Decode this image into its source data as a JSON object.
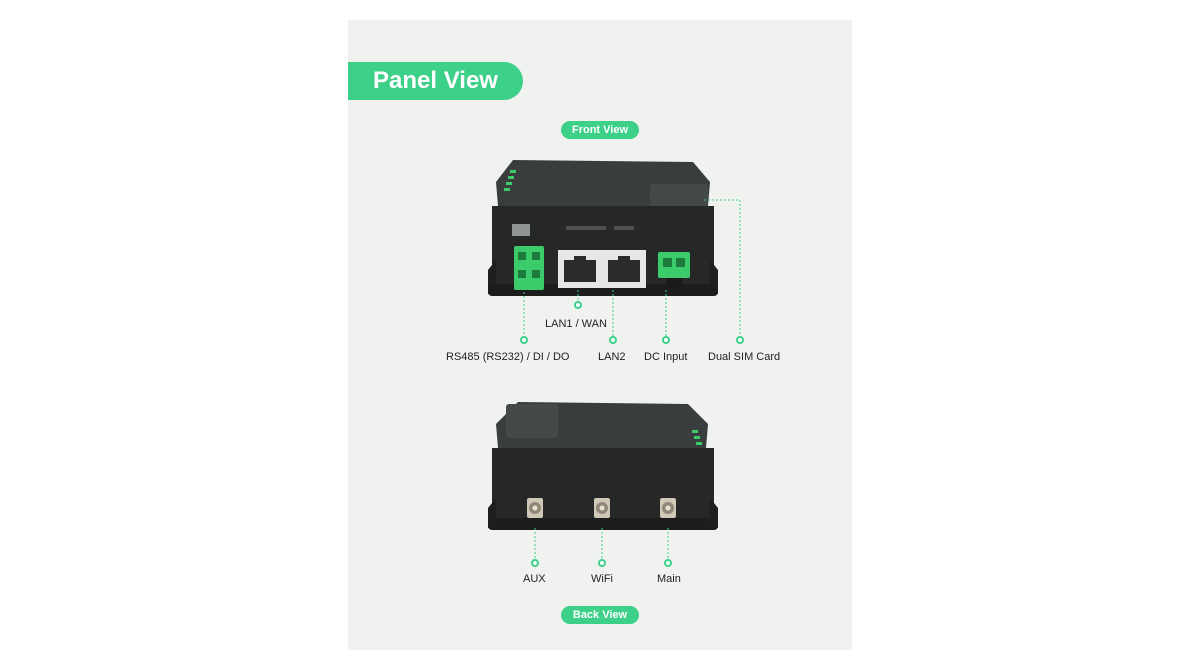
{
  "heading": {
    "title": "Panel View"
  },
  "front": {
    "pill": "Front View",
    "labels": {
      "rs485": "RS485 (RS232) / DI / DO",
      "lan1": "LAN1 / WAN",
      "lan2": "LAN2",
      "dc": "DC Input",
      "sim": "Dual SIM Card"
    }
  },
  "back": {
    "pill": "Back View",
    "labels": {
      "aux": "AUX",
      "wifi": "WiFi",
      "main": "Main"
    }
  },
  "colors": {
    "accent": "#3dd089",
    "panel_bg": "#eff2ef",
    "device_body": "#2b2d2d",
    "connector_green": "#3ccb6b"
  }
}
